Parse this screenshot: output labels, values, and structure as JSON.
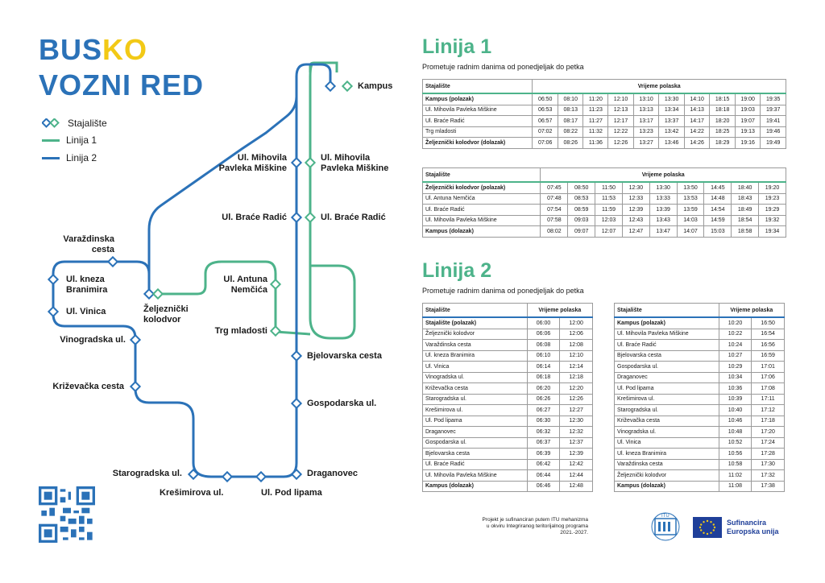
{
  "header": {
    "logo_part1": "BUS",
    "logo_part2": "KO",
    "logo_line2": "VOZNI RED"
  },
  "legend": {
    "stop": "Stajalište",
    "line1": "Linija 1",
    "line2": "Linija 2"
  },
  "colors": {
    "line1": "#4db38a",
    "line2": "#2b72b8",
    "accent": "#f2c916"
  },
  "map_labels": {
    "kampus": "Kampus",
    "mihovila_l": "Ul. Mihovila\nPavleka Miškine",
    "mihovila_r": "Ul. Mihovila\nPavleka Miškine",
    "radic_l": "Ul. Braće Radić",
    "radic_r": "Ul. Braće Radić",
    "varazdinska": "Varaždinska\ncesta",
    "kneza": "Ul. kneza\nBranimira",
    "vinica": "Ul. Vinica",
    "zeljeznicki": "Željeznički\nkolodvor",
    "antuna": "Ul. Antuna\nNemčića",
    "trg": "Trg mladosti",
    "vinogradska": "Vinogradska ul.",
    "bjelovarska": "Bjelovarska cesta",
    "krizevacka": "Križevačka cesta",
    "gospodarska": "Gospodarska ul.",
    "starogradska": "Starogradska ul.",
    "kresimirova": "Krešimirova ul.",
    "pod_lipama": "Ul. Pod lipama",
    "draganovec": "Draganovec"
  },
  "linija1": {
    "title": "Linija 1",
    "subtitle": "Prometuje radnim danima od ponedjeljak do petka",
    "table1": {
      "head_stop": "Stajalište",
      "head_times": "Vrijeme polaska",
      "rows": [
        {
          "stop": "Kampus (polazak)",
          "times": [
            "06:50",
            "08:10",
            "11:20",
            "12:10",
            "13:10",
            "13:30",
            "14:10",
            "18:15",
            "19:00",
            "19:35"
          ]
        },
        {
          "stop": "Ul. Mihovila Pavleka Miškine",
          "times": [
            "06:53",
            "08:13",
            "11:23",
            "12:13",
            "13:13",
            "13:34",
            "14:13",
            "18:18",
            "19:03",
            "19:37"
          ]
        },
        {
          "stop": "Ul. Braće Radić",
          "times": [
            "06:57",
            "08:17",
            "11:27",
            "12:17",
            "13:17",
            "13:37",
            "14:17",
            "18:20",
            "19:07",
            "19:41"
          ]
        },
        {
          "stop": "Trg mladosti",
          "times": [
            "07:02",
            "08:22",
            "11:32",
            "12:22",
            "13:23",
            "13:42",
            "14:22",
            "18:25",
            "19:13",
            "19:46"
          ]
        },
        {
          "stop": "Željeznički kolodvor (dolazak)",
          "times": [
            "07:06",
            "08:26",
            "11:36",
            "12:26",
            "13:27",
            "13:46",
            "14:26",
            "18:29",
            "19:16",
            "19:49"
          ]
        }
      ]
    },
    "table2": {
      "head_stop": "Stajalište",
      "head_times": "Vrijeme polaska",
      "rows": [
        {
          "stop": "Željeznički kolodvor (polazak)",
          "times": [
            "07:45",
            "08:50",
            "11:50",
            "12:30",
            "13:30",
            "13:50",
            "14:45",
            "18:40",
            "19:20"
          ]
        },
        {
          "stop": "Ul. Antuna Nemčića",
          "times": [
            "07:48",
            "08:53",
            "11:53",
            "12:33",
            "13:33",
            "13:53",
            "14:48",
            "18:43",
            "19:23"
          ]
        },
        {
          "stop": "Ul. Braće Radić",
          "times": [
            "07:54",
            "08:59",
            "11:59",
            "12:39",
            "13:39",
            "13:59",
            "14:54",
            "18:49",
            "19:29"
          ]
        },
        {
          "stop": "Ul. Mihovila Pavleka Miškine",
          "times": [
            "07:58",
            "09:03",
            "12:03",
            "12:43",
            "13:43",
            "14:03",
            "14:59",
            "18:54",
            "19:32"
          ]
        },
        {
          "stop": "Kampus (dolazak)",
          "times": [
            "08:02",
            "09:07",
            "12:07",
            "12:47",
            "13:47",
            "14:07",
            "15:03",
            "18:58",
            "19:34"
          ]
        }
      ]
    }
  },
  "linija2": {
    "title": "Linija 2",
    "subtitle": "Prometuje radnim danima od ponedjeljak do petka",
    "table1": {
      "head_stop": "Stajalište",
      "head_times": "Vrijeme polaska",
      "rows": [
        {
          "stop": "Stajalište (polazak)",
          "times": [
            "06:00",
            "12:00"
          ]
        },
        {
          "stop": "Željeznički kolodvor",
          "times": [
            "06:06",
            "12:06"
          ]
        },
        {
          "stop": "Varaždinska cesta",
          "times": [
            "06:08",
            "12:08"
          ]
        },
        {
          "stop": "Ul. kneza Branimira",
          "times": [
            "06:10",
            "12:10"
          ]
        },
        {
          "stop": "Ul. Vinica",
          "times": [
            "06:14",
            "12:14"
          ]
        },
        {
          "stop": "Vinogradska ul.",
          "times": [
            "06:18",
            "12:18"
          ]
        },
        {
          "stop": "Križevačka cesta",
          "times": [
            "06:20",
            "12:20"
          ]
        },
        {
          "stop": "Starogradska ul.",
          "times": [
            "06:26",
            "12:26"
          ]
        },
        {
          "stop": "Krešimirova ul.",
          "times": [
            "06:27",
            "12:27"
          ]
        },
        {
          "stop": "Ul. Pod lipama",
          "times": [
            "06:30",
            "12:30"
          ]
        },
        {
          "stop": "Draganovec",
          "times": [
            "06:32",
            "12:32"
          ]
        },
        {
          "stop": "Gospodarska ul.",
          "times": [
            "06:37",
            "12:37"
          ]
        },
        {
          "stop": "Bjelovarska cesta",
          "times": [
            "06:39",
            "12:39"
          ]
        },
        {
          "stop": "Ul. Braće Radić",
          "times": [
            "06:42",
            "12:42"
          ]
        },
        {
          "stop": "Ul. Mihovila Pavleka Miškine",
          "times": [
            "06:44",
            "12:44"
          ]
        },
        {
          "stop": "Kampus (dolazak)",
          "times": [
            "06:46",
            "12:48"
          ]
        }
      ]
    },
    "table2": {
      "head_stop": "Stajalište",
      "head_times": "Vrijeme polaska",
      "rows": [
        {
          "stop": "Kampus (polazak)",
          "times": [
            "10:20",
            "16:50"
          ]
        },
        {
          "stop": "Ul. Mihovila Pavleka Miškine",
          "times": [
            "10:22",
            "16:54"
          ]
        },
        {
          "stop": "Ul. Braće Radić",
          "times": [
            "10:24",
            "16:56"
          ]
        },
        {
          "stop": "Bjelovarska cesta",
          "times": [
            "10:27",
            "16:59"
          ]
        },
        {
          "stop": "Gospodarska ul.",
          "times": [
            "10:29",
            "17:01"
          ]
        },
        {
          "stop": "Draganovec",
          "times": [
            "10:34",
            "17:06"
          ]
        },
        {
          "stop": "Ul. Pod lipama",
          "times": [
            "10:36",
            "17:08"
          ]
        },
        {
          "stop": "Krešimirova ul.",
          "times": [
            "10:39",
            "17:11"
          ]
        },
        {
          "stop": "Starogradska ul.",
          "times": [
            "10:40",
            "17:12"
          ]
        },
        {
          "stop": "Križevačka cesta",
          "times": [
            "10:46",
            "17:18"
          ]
        },
        {
          "stop": "Vinogradska ul.",
          "times": [
            "10:48",
            "17:20"
          ]
        },
        {
          "stop": "Ul. Vinica",
          "times": [
            "10:52",
            "17:24"
          ]
        },
        {
          "stop": "Ul. kneza Branimira",
          "times": [
            "10:56",
            "17:28"
          ]
        },
        {
          "stop": "Varaždinska cesta",
          "times": [
            "10:58",
            "17:30"
          ]
        },
        {
          "stop": "Željeznički kolodvor",
          "times": [
            "11:02",
            "17:32"
          ]
        },
        {
          "stop": "Kampus (dolazak)",
          "times": [
            "11:08",
            "17:38"
          ]
        }
      ]
    }
  },
  "footer": {
    "note": "Projekt je sufinanciran putem ITU mehanizma\nu okviru Integriranog teritorijalnog programa\n2021.-2027.",
    "eu_text": "Sufinancira\nEuropska unija",
    "itu_label": "ITU"
  }
}
